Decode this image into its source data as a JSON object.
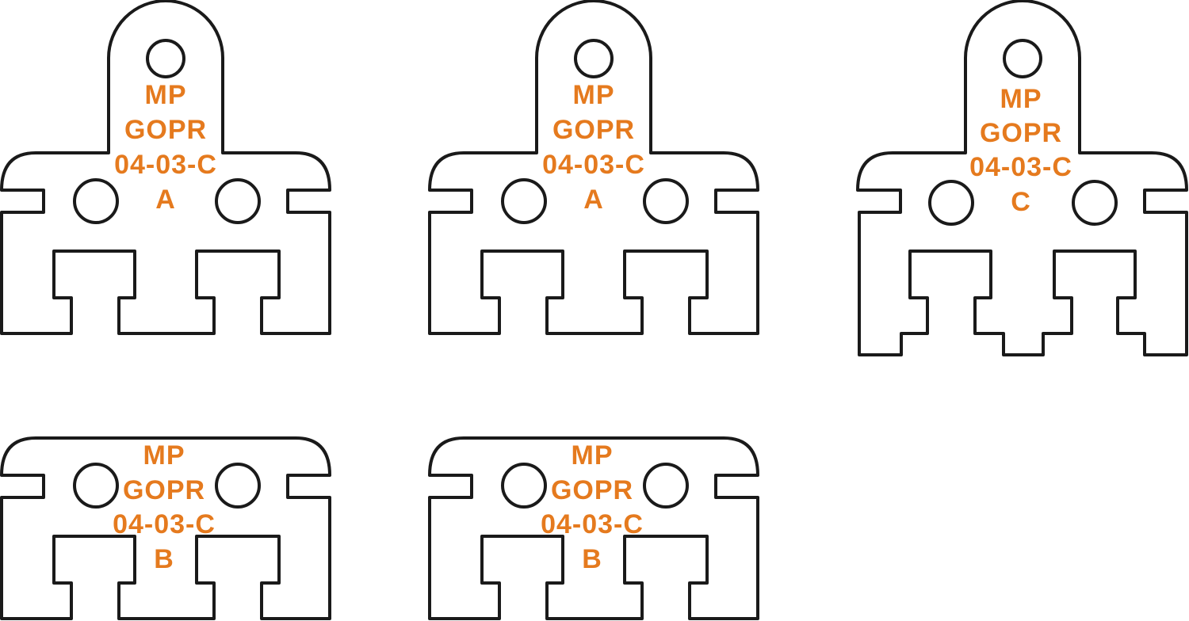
{
  "colors": {
    "outline": "#1a1a1a",
    "text": "#e57a1e",
    "background": "#ffffff"
  },
  "parts": [
    {
      "id": "part-1",
      "variant": "A",
      "has_tab": true,
      "lines": [
        "MP",
        "GOPR",
        "04-03-C",
        "A"
      ]
    },
    {
      "id": "part-2",
      "variant": "A",
      "has_tab": true,
      "lines": [
        "MP",
        "GOPR",
        "04-03-C",
        "A"
      ]
    },
    {
      "id": "part-3",
      "variant": "C",
      "has_tab": true,
      "lines": [
        "MP",
        "GOPR",
        "04-03-C",
        "C"
      ]
    },
    {
      "id": "part-4",
      "variant": "B",
      "has_tab": false,
      "lines": [
        "MP",
        "GOPR",
        "04-03-C",
        "B"
      ]
    },
    {
      "id": "part-5",
      "variant": "B",
      "has_tab": false,
      "lines": [
        "MP",
        "GOPR",
        "04-03-C",
        "B"
      ]
    }
  ]
}
